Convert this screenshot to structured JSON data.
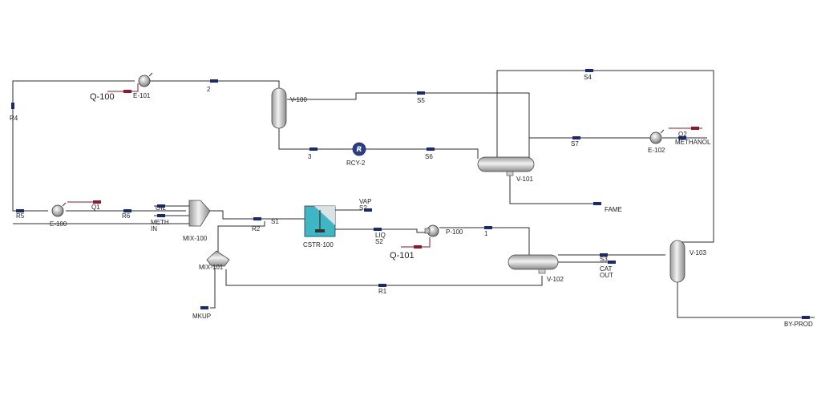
{
  "flowsheet": {
    "equipment": {
      "e101": "E-101",
      "e100": "E-100",
      "e102": "E-102",
      "v100": "V-100",
      "v101": "V-101",
      "v102": "V-102",
      "v103": "V-103",
      "rcy2": "RCY-2",
      "mix100": "MIX-100",
      "mix101": "MIX-101",
      "cstr100": "CSTR-100",
      "p100": "P-100"
    },
    "streams": {
      "q100": "Q-100",
      "q101": "Q-101",
      "q1": "Q1",
      "q2": "Q2",
      "s2": "2",
      "s3": "3",
      "s1": "1",
      "r4": "R4",
      "r5": "R5",
      "r6": "R6",
      "r1": "R1",
      "r2": "R2",
      "st_s1": "S1",
      "st_s3": "S3",
      "st_s4": "S4",
      "st_s5": "S5",
      "st_s6": "S6",
      "st_s7": "S7",
      "oil": "OIL",
      "meth_in_1": "METH",
      "meth_in_2": "IN",
      "vap_1": "VAP",
      "vap_2": "S2",
      "liq_1": "LIQ",
      "liq_2": "S2",
      "cat_1": "CAT",
      "cat_2": "OUT",
      "fame": "FAME",
      "methanol": "METHANOL",
      "mkup": "MKUP",
      "byprod": "BY-PROD"
    },
    "colors": {
      "line": "#2b2b3a",
      "energy": "#8b1a2a",
      "arrow": "#1a2a6e",
      "cstr": "#3fb6c4"
    }
  }
}
